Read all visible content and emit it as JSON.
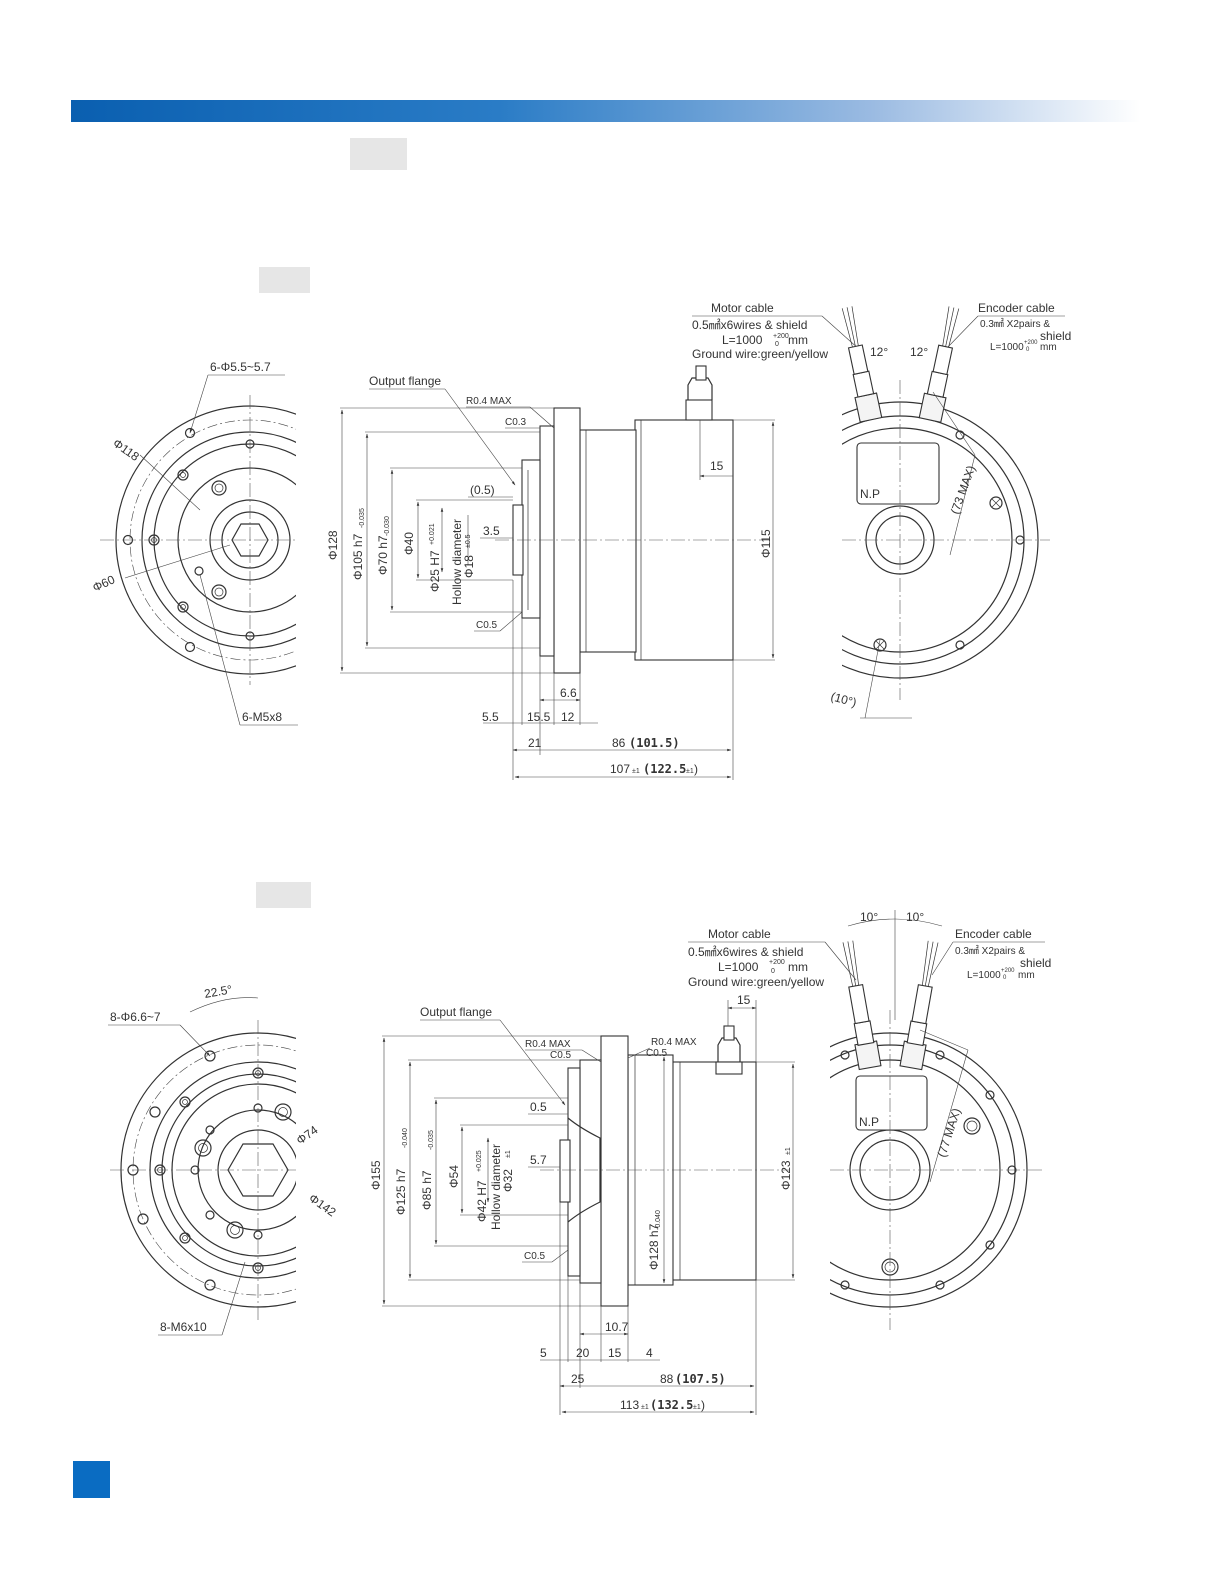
{
  "colors": {
    "header_start": "#0a5fb0",
    "page_square": "#0a6cc2",
    "tag_gray": "#e6e6e6"
  },
  "drawing1": {
    "front": {
      "holes": "6-Φ5.5~5.7",
      "pcd_outer": "Φ118",
      "pcd_inner": "Φ60",
      "threads": "6-M5x8"
    },
    "side": {
      "output_flange": "Output flange",
      "r_max": "R0.4 MAX",
      "c03": "C0.3",
      "c05": "C0.5",
      "d05": "(0.5)",
      "d35": "3.5",
      "d15": "15",
      "phi128": "Φ128",
      "phi105": "Φ105  h7",
      "tol105": "-0.035",
      "phi70": "Φ70  h7",
      "tol70": "-0.030",
      "phi40": "Φ40",
      "phi25": "Φ25  H7",
      "tol25": "+0.021",
      "hollow": "Hollow diameter",
      "phi18": "Φ18",
      "tol18": "±0.5",
      "phi115": "Φ115",
      "d66": "6.6",
      "d55": "5.5",
      "d155": "15.5",
      "d12": "12",
      "d21": "21",
      "d86": "86",
      "d1015": "(101.5)",
      "d107": "107",
      "d1225": "(122.5",
      "pm1": "±1",
      "close_paren": ")"
    },
    "cable": {
      "motor_title": "Motor cable",
      "motor_spec": "0.5㎟x6wires & shield",
      "motor_len": "L=1000",
      "len_tol": "+200",
      "len_tol_lo": "0",
      "unit_mm": "mm",
      "ground": "Ground wire:green/yellow",
      "encoder_title": "Encoder cable",
      "encoder_spec": "0.3㎟ X2pairs &",
      "encoder_shield": "shield",
      "encoder_len": "L=1000",
      "angle_l": "12°",
      "angle_r": "12°"
    },
    "rear": {
      "np": "N.P",
      "max": "(73 MAX)",
      "angle": "(10°)"
    }
  },
  "drawing2": {
    "front": {
      "angle": "22.5°",
      "holes": "8-Φ6.6~7",
      "pcd_a": "Φ74",
      "pcd_b": "Φ142",
      "threads": "8-M6x10"
    },
    "side": {
      "output_flange": "Output flange",
      "r_max": "R0.4 MAX",
      "r_max2": "R0.4 MAX",
      "c05a": "C0.5",
      "c05b": "C0.5",
      "c05c": "C0.5",
      "d05": "0.5",
      "d57": "5.7",
      "d15top": "15",
      "phi155": "Φ155",
      "phi125": "Φ125  h7",
      "tol125": "-0.040",
      "phi85": "Φ85  h7",
      "tol85": "-0.035",
      "phi54": "Φ54",
      "phi42": "Φ42  H7",
      "tol42": "+0.025",
      "hollow": "Hollow diameter",
      "phi32": "Φ32",
      "tol32": "±1",
      "phi128": "Φ128  h7",
      "tol128": "-0.040",
      "phi123": "Φ123",
      "tol123": "±1",
      "d107": "10.7",
      "d5": "5",
      "d20": "20",
      "d15": "15",
      "d4": "4",
      "d25": "25",
      "d88": "88",
      "d1075": "(107.5)",
      "d113": "113",
      "d1325": "(132.5",
      "pm1": "±1",
      "close_paren": ")",
      "zero": "0"
    },
    "cable": {
      "motor_title": "Motor cable",
      "motor_spec": "0.5㎟x6wires & shield",
      "motor_len": "L=1000",
      "len_tol": "+200",
      "len_tol_lo": "0",
      "unit_mm": "mm",
      "ground": "Ground wire:green/yellow",
      "encoder_title": "Encoder cable",
      "encoder_spec": "0.3㎟ X2pairs &",
      "encoder_shield": "shield",
      "encoder_len": "L=1000",
      "angle_l": "10°",
      "angle_r": "10°"
    },
    "rear": {
      "np": "N.P",
      "max": "(77 MAX)"
    }
  }
}
